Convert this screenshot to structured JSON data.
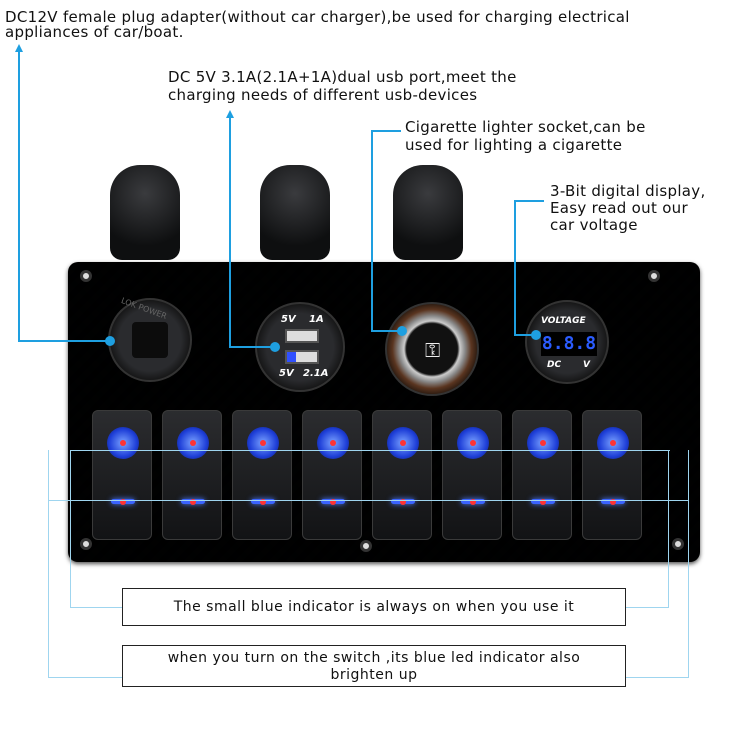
{
  "annotations": {
    "plug_line1": "DC12V female plug adapter(without car charger),be used for charging electrical",
    "plug_line2": "appliances of car/boat.",
    "usb_line1": "DC 5V 3.1A(2.1A+1A)dual usb port,meet the",
    "usb_line2": "charging needs of different usb-devices",
    "lighter_line1": "Cigarette lighter socket,can be",
    "lighter_line2": "used for lighting a cigarette",
    "display_line1": "3-Bit digital display,",
    "display_line2": "Easy read out our",
    "display_line3": "car voltage",
    "indicator_note": "The small blue indicator is always on when you use it",
    "switch_note_line1": "when you turn on the switch ,its blue led indicator also",
    "switch_note_line2": "brighten up"
  },
  "product": {
    "usb_top_voltage": "5V",
    "usb_top_current": "1A",
    "usb_bottom_voltage": "5V",
    "usb_bottom_current": "2.1A",
    "voltmeter_title": "VOLTAGE",
    "voltmeter_reading": "8.8.8",
    "voltmeter_dc": "DC",
    "voltmeter_unit": "V",
    "socket_lettering": "LOK POWER",
    "switch_count": 8
  },
  "colors": {
    "accent": "#1e9fe0",
    "led": "#3a63ff",
    "display": "#2b5cff"
  }
}
